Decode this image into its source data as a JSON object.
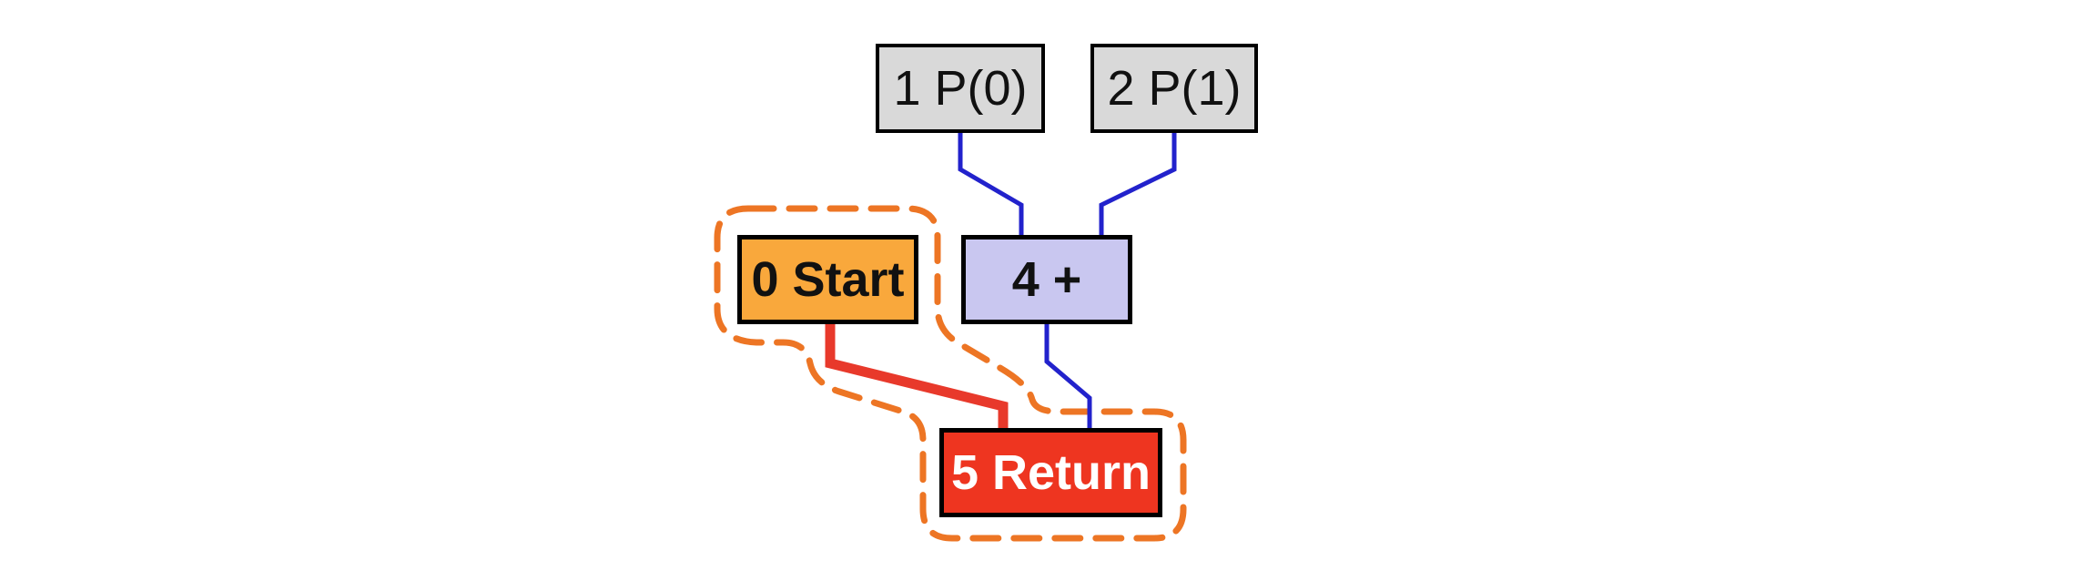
{
  "figure": {
    "kind": "dataflow-graph-diagram",
    "background": "#ffffff"
  },
  "nodes": {
    "p0": {
      "label": "1 P(0)"
    },
    "p1": {
      "label": "2 P(1)"
    },
    "start": {
      "label": "0 Start"
    },
    "plus": {
      "label": "4 +"
    },
    "return": {
      "label": "5 Return"
    }
  },
  "edges": [
    {
      "from": "p0",
      "to": "plus",
      "style": "blue-thin"
    },
    {
      "from": "p1",
      "to": "plus",
      "style": "blue-thin"
    },
    {
      "from": "plus",
      "to": "return",
      "style": "blue-thin"
    },
    {
      "from": "start",
      "to": "return",
      "style": "red-thick"
    }
  ],
  "highlight": {
    "shape": "dashed-orange-outline",
    "encloses": [
      "start-node",
      "start-to-return-edge",
      "return-node"
    ]
  },
  "colors": {
    "param_fill": "#d9d9d9",
    "start_fill": "#f9a83c",
    "op_fill": "#c9c7f0",
    "return_fill": "#ee3520",
    "edge_blue": "#2222cc",
    "edge_red": "#e8392b",
    "highlight_orange": "#ed7524",
    "node_border": "#000000",
    "label_dark": "#111111",
    "label_light": "#ffffff",
    "page_bg": "#ffffff"
  }
}
